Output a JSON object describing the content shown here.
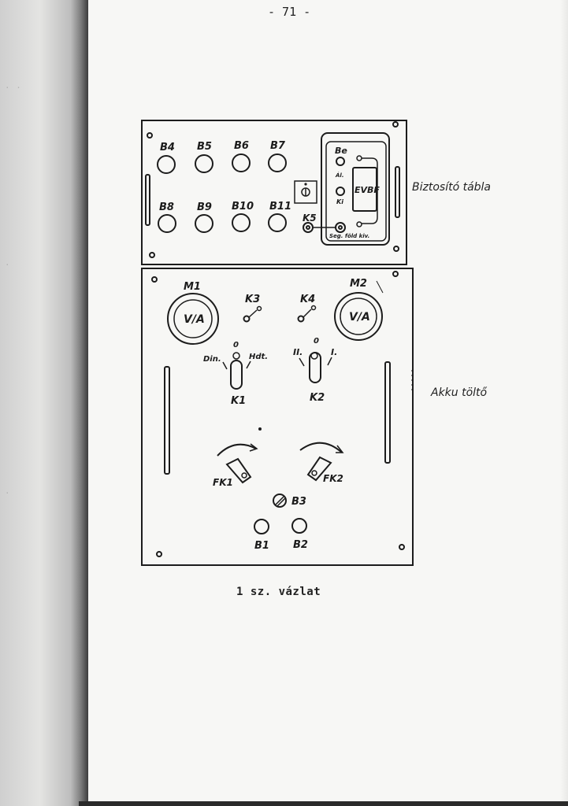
{
  "page": {
    "number": "- 71 -",
    "caption": "1 sz. vázlat"
  },
  "side_labels": {
    "upper_panel": "Biztosító tábla",
    "lower_panel": "Akku töltő"
  },
  "upper_panel": {
    "fuses_top": [
      "B4",
      "B5",
      "B6",
      "B7"
    ],
    "fuses_bottom": [
      "B8",
      "B9",
      "B10",
      "B11"
    ],
    "switch_label": "K5",
    "control_box": {
      "on": "Be",
      "middle": "Ál.",
      "off": "Ki",
      "device": "EVBF",
      "footer": "Seg. föld kiv."
    }
  },
  "lower_panel": {
    "meters": [
      {
        "label": "M1",
        "face": "V/A"
      },
      {
        "label": "M2",
        "face": "V/A"
      }
    ],
    "toggles": [
      "K3",
      "K4"
    ],
    "selector_k1": {
      "label": "K1",
      "center": "0",
      "left": "Din.",
      "right": "Hdt."
    },
    "selector_k2": {
      "label": "K2",
      "center": "0",
      "left": "II.",
      "right": "I."
    },
    "knobs": [
      "FK1",
      "FK2"
    ],
    "fuse_center": "B3",
    "fuses_bottom": [
      "B1",
      "B2"
    ]
  }
}
